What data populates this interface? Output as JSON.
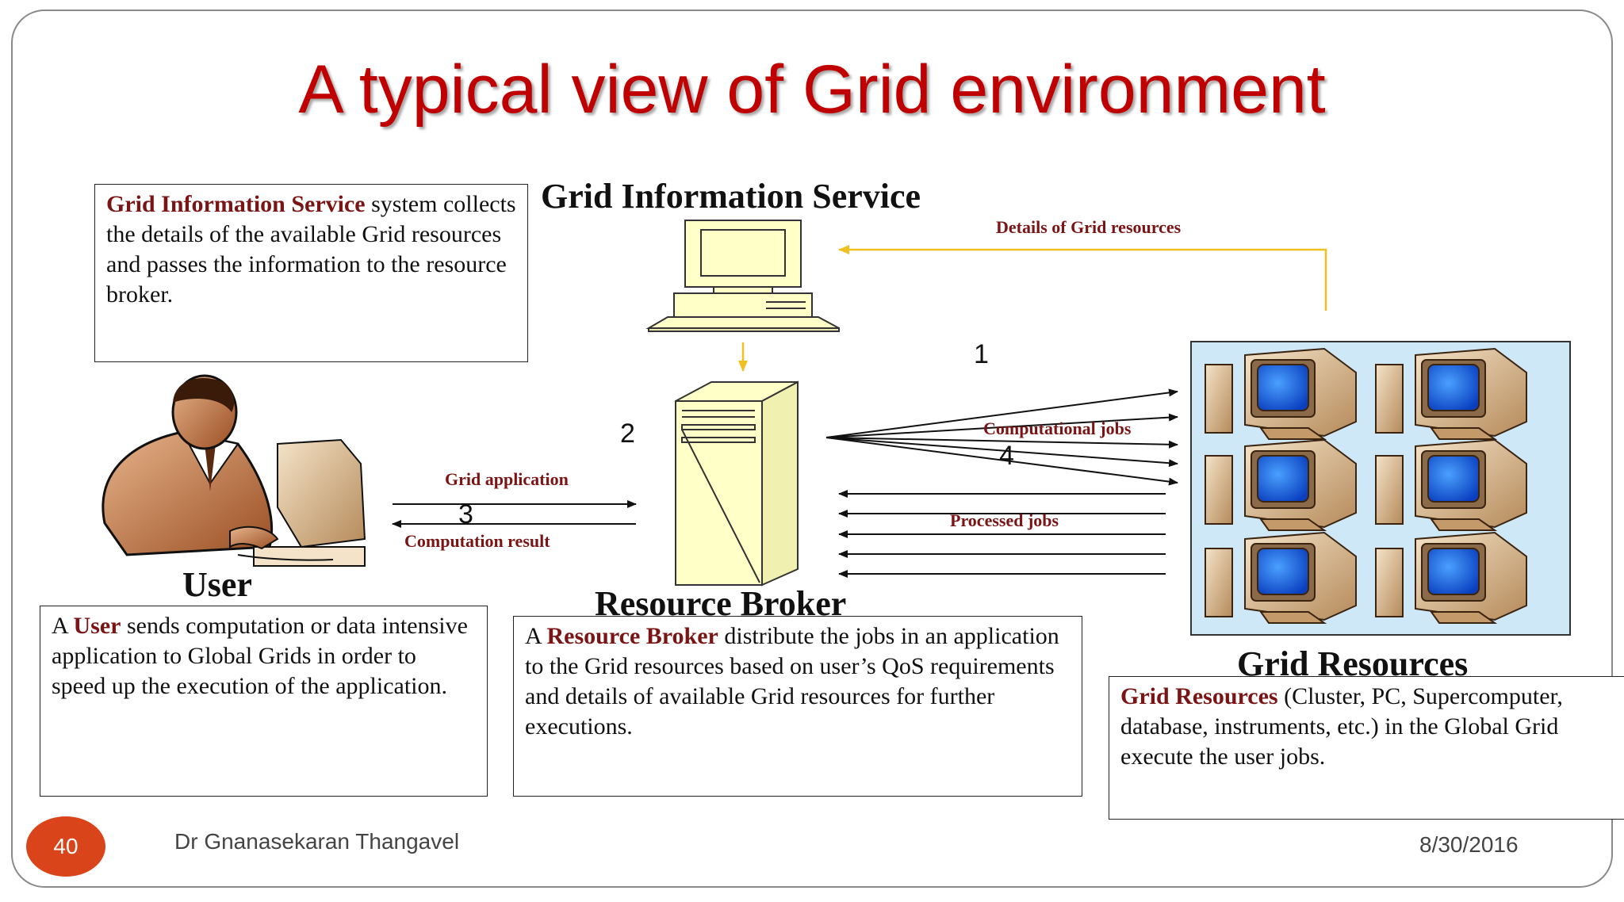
{
  "slide": {
    "title": "A typical view of Grid environment",
    "page_number": "40",
    "author": "Dr Gnanasekaran Thangavel",
    "date": "8/30/2016"
  },
  "labels": {
    "gis": "Grid Information Service",
    "user": "User",
    "broker": "Resource Broker",
    "resources": "Grid Resources"
  },
  "arrow_labels": {
    "details": "Details of  Grid resources",
    "grid_app": "Grid application",
    "comp_result": "Computation result",
    "comp_jobs": "Computational jobs",
    "processed": "Processed jobs"
  },
  "step_numbers": {
    "one": "1",
    "two": "2",
    "three": "3",
    "four": "4"
  },
  "descriptions": {
    "gis": {
      "term": "Grid Information Service",
      "text": " system collects the details of  the available Grid resources and passes the information to the resource broker."
    },
    "user": {
      "prefix": "A ",
      "term": "User",
      "text": " sends computation or data intensive application to Global Grids in order to speed up the execution of  the application."
    },
    "broker": {
      "prefix": "A ",
      "term": "Resource Broker",
      "text": " distribute the jobs in an application to the Grid resources based on user’s QoS requirements and details of  available Grid resources for further executions."
    },
    "resources": {
      "term": "Grid Resources",
      "text": " (Cluster, PC, Supercomputer, database, instruments, etc.) in the Global Grid execute the user jobs."
    }
  },
  "colors": {
    "title": "#c00000",
    "highlight": "#7b1414",
    "yellow_arrow": "#f0c020",
    "resource_panel": "#cfe8f7",
    "page_badge": "#d9441a"
  },
  "icons": [
    "desktop-computer-icon",
    "server-tower-icon",
    "user-at-computer-icon",
    "computer-cluster-icon"
  ]
}
